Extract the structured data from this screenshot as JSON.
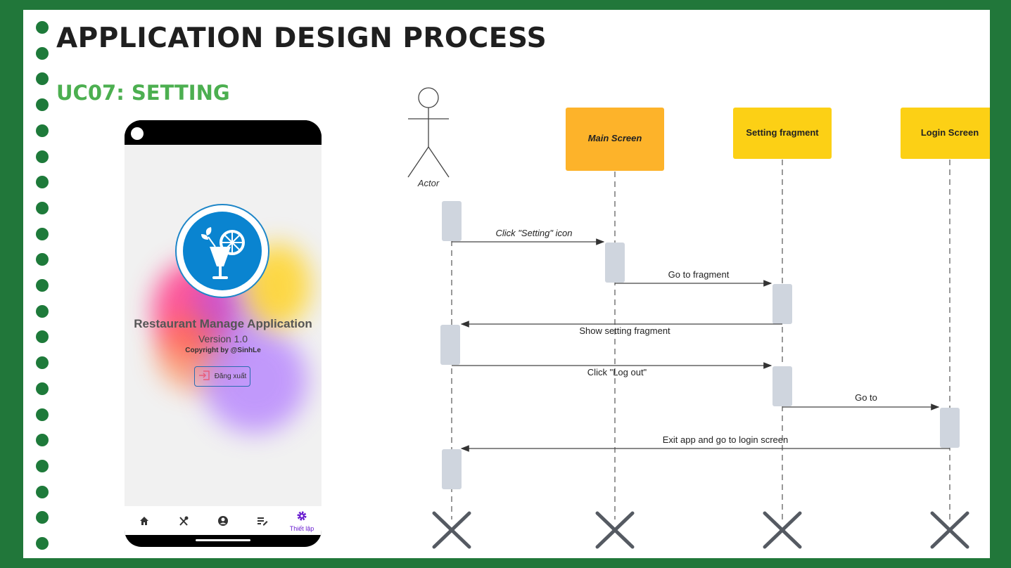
{
  "slide": {
    "title": "APPLICATION DESIGN PROCESS",
    "subtitle": "UC07: SETTING",
    "colors": {
      "frame": "#21773a",
      "accent": "#4caf50",
      "dots": "#1e7a3a"
    }
  },
  "phone": {
    "app_name": "Restaurant Manage Application",
    "version": "Version 1.0",
    "copyright": "Copyright by @SinhLe",
    "logout_label": "Đăng xuất",
    "nav": [
      {
        "icon": "home-icon",
        "label": ""
      },
      {
        "icon": "utensils-icon",
        "label": ""
      },
      {
        "icon": "account-icon",
        "label": ""
      },
      {
        "icon": "edit-list-icon",
        "label": ""
      },
      {
        "icon": "gear-icon",
        "label": "Thiết lập",
        "active": true
      }
    ],
    "colors": {
      "active_nav": "#6a1fd0",
      "logo_blue": "#0a84d0"
    }
  },
  "diagram": {
    "actor": "Actor",
    "lifelines": [
      {
        "name": "Main Screen",
        "color": "#fdb32a",
        "italic": true
      },
      {
        "name": "Setting fragment",
        "color": "#fcd015",
        "italic": false
      },
      {
        "name": "Login Screen",
        "color": "#fcd015",
        "italic": false
      }
    ],
    "messages": [
      {
        "from": "Actor",
        "to": "Main Screen",
        "label": "Click \"Setting\" icon"
      },
      {
        "from": "Main Screen",
        "to": "Setting fragment",
        "label": "Go to fragment"
      },
      {
        "from": "Setting fragment",
        "to": "Actor",
        "label": "Show setting fragment"
      },
      {
        "from": "Actor",
        "to": "Setting fragment",
        "label": "Click \"Log out\""
      },
      {
        "from": "Setting fragment",
        "to": "Login Screen",
        "label": "Go to"
      },
      {
        "from": "Login Screen",
        "to": "Actor",
        "label": "Exit app and go to login screen"
      }
    ]
  }
}
